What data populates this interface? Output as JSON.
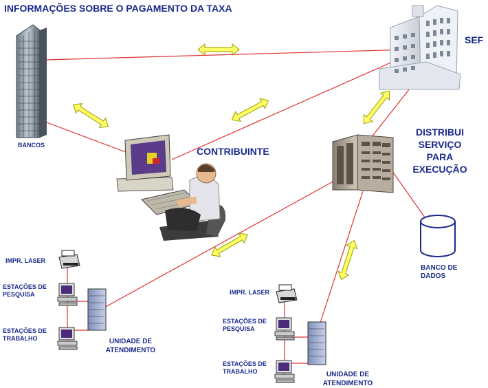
{
  "title": "INFORMAÇÕES SOBRE O PAGAMENTO DA TAXA",
  "nodes": {
    "sef": "SEF",
    "bancos": "BANCOS",
    "contribuinte": "CONTRIBUINTE",
    "distribui_lines": [
      "DISTRIBUI",
      "SERVIÇO",
      "PARA",
      "EXECUÇÃO"
    ],
    "banco_dados_lines": [
      "BANCO DE",
      "DADOS"
    ],
    "unit_left": {
      "impr_laser": "IMPR. LASER",
      "estacoes_pesquisa": [
        "ESTAÇÕES DE",
        "PESQUISA"
      ],
      "estacoes_trabalho": [
        "ESTAÇÕES DE",
        "TRABALHO"
      ],
      "unidade": [
        "UNIDADE DE",
        "ATENDIMENTO"
      ]
    },
    "unit_right": {
      "impr_laser": "IMPR. LASER",
      "estacoes_pesquisa": [
        "ESTAÇÕES DE",
        "PESQUISA"
      ],
      "estacoes_trabalho": [
        "ESTAÇÕES DE",
        "TRABALHO"
      ],
      "unidade": [
        "UNIDADE DE",
        "ATENDIMENTO"
      ]
    }
  },
  "colors": {
    "text": "#1a2a8c",
    "link": "#e03030",
    "arrow_fill": "#ffff66",
    "arrow_stroke": "#9a9a00"
  },
  "icons": [
    "office-building",
    "bank-tower",
    "user-at-computer",
    "server-rack",
    "database-cylinder",
    "laser-printer",
    "workstation",
    "small-server"
  ]
}
